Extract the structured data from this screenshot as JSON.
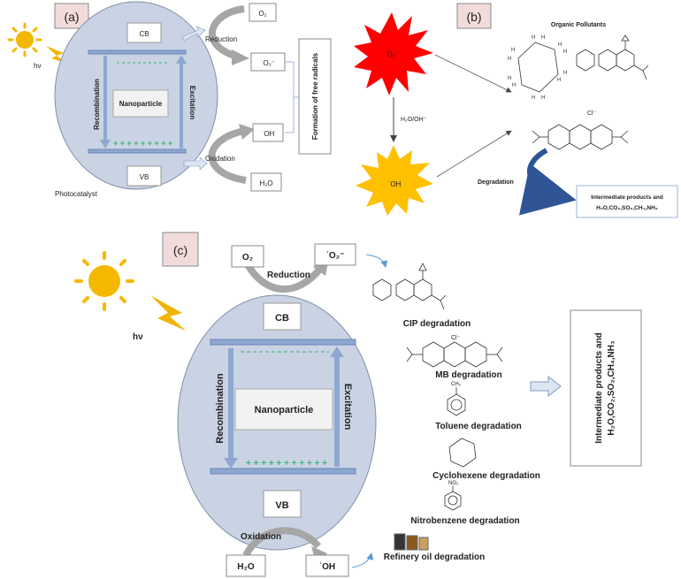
{
  "panel_a": {
    "label": "(a)",
    "hv": "hν",
    "cb": "CB",
    "vb": "VB",
    "nanoparticle": "Nanoparticle",
    "recombination": "Recombination",
    "excitation": "Excitation",
    "photocatalyst": "Photocatalyst",
    "o2": "O₂",
    "superoxide": "˙O₂⁻",
    "hydroxyl": "˙OH",
    "h2o": "H₂O",
    "reduction": "Reduction",
    "oxidation": "Oxidation",
    "free_radicals": "Formation of free radicals",
    "plus_charges": "+ + + + + + + + +"
  },
  "panel_b": {
    "label": "(b)",
    "superoxide": "˙O₂⁻",
    "hydroxyl": "˙OH",
    "h2o_oh": "H₂O/OH⁻",
    "organic_pollutants": "Organic Pollutants",
    "degradation": "Degradation",
    "products_line1": "Intermediate products and",
    "products_line2": "H₂O,CO₂,SO₂,CH₄,NH₃"
  },
  "panel_c": {
    "label": "(c)",
    "hv": "hν",
    "cb": "CB",
    "vb": "VB",
    "nanoparticle": "Nanoparticle",
    "recombination": "Recombination",
    "excitation": "Excitation",
    "o2": "O₂",
    "superoxide": "˙O₂⁻",
    "reduction": "Reduction",
    "oxidation": "Oxidation",
    "h2o": "H₂O",
    "hydroxyl": "˙OH",
    "plus_charges": "+ + + + + + + + + + +",
    "cip": "CIP degradation",
    "mb": "MB degradation",
    "toluene": "Toluene degradation",
    "cyclohexene": "Cyclohexene degradation",
    "nitrobenzene": "Nitrobenzene degradation",
    "refinery": "Refinery oil degradation",
    "products_line1": "Intermediate products and",
    "products_line2": "H₂O,CO₂,SO₂,CH₄,NH₃",
    "mb_cl": "Cl⁻",
    "toluene_sub": "CH₃",
    "nitro_sub": "NO₂"
  },
  "colors": {
    "sun": "#F5B800",
    "bolt": "#F0B400",
    "ellipse": "#C9D3E3",
    "band_bar": "#8EA7D1",
    "arrow_gray": "#A6A6A6",
    "label_bg": "#F2DCDB",
    "star_red": "#FF0000",
    "star_orange": "#FFC000",
    "curve_blue": "#2F5597",
    "plus_green": "#3CB371"
  }
}
